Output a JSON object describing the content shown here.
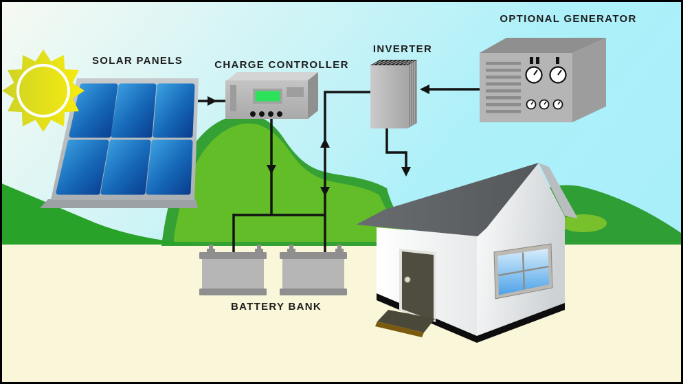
{
  "diagram": {
    "labels": {
      "solar_panels": "SOLAR PANELS",
      "charge_controller": "CHARGE CONTROLLER",
      "inverter": "INVERTER",
      "optional_generator": "OPTIONAL GENERATOR",
      "battery_bank": "BATTERY BANK"
    },
    "components": [
      {
        "id": "sun"
      },
      {
        "id": "solar-panels",
        "cells": 6
      },
      {
        "id": "charge-controller"
      },
      {
        "id": "inverter"
      },
      {
        "id": "optional-generator"
      },
      {
        "id": "battery-bank",
        "batteries_count": 2
      },
      {
        "id": "house"
      }
    ],
    "connections": [
      {
        "from": "solar-panels",
        "to": "charge-controller",
        "style": "arrow"
      },
      {
        "from": "charge-controller",
        "to": "battery-bank",
        "style": "arrow"
      },
      {
        "from": "battery-bank",
        "to": "inverter",
        "style": "double-arrow"
      },
      {
        "from": "inverter",
        "to": "house",
        "style": "arrow"
      },
      {
        "from": "optional-generator",
        "to": "inverter",
        "style": "arrow"
      }
    ],
    "colors": {
      "sky_cyan": "#adf0f9",
      "ground_cream": "#f9f6da",
      "hill_dark_green": "#28a228",
      "hill_mid_green": "#35a135",
      "hill_bright_green": "#62bd28",
      "panel_blue_light": "#3da2e2",
      "panel_blue_dark": "#0a3e8f",
      "sun_yellow": "#f8ec0f",
      "screen_green": "#2ce25a",
      "roof_gray": "#5b5f62",
      "wire_black": "#131313"
    }
  }
}
